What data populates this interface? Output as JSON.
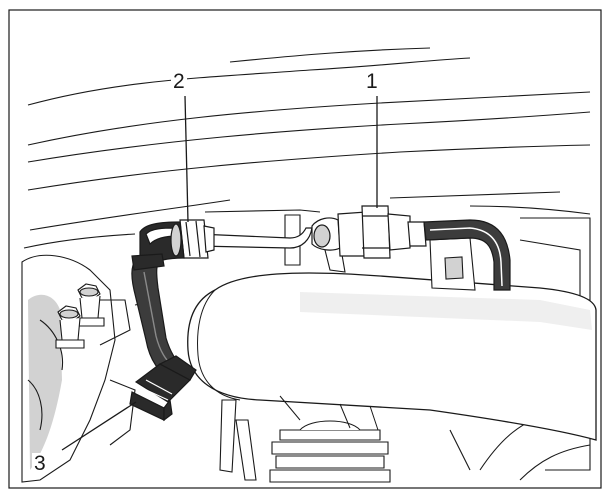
{
  "callouts": {
    "one": "1",
    "two": "2",
    "three": "3"
  },
  "colors": {
    "line": "#1a1a1a",
    "hose": "#3c3c3c",
    "connector_dark": "#2a2a2a",
    "shade": "#d2d2d2",
    "paper": "#ffffff"
  }
}
